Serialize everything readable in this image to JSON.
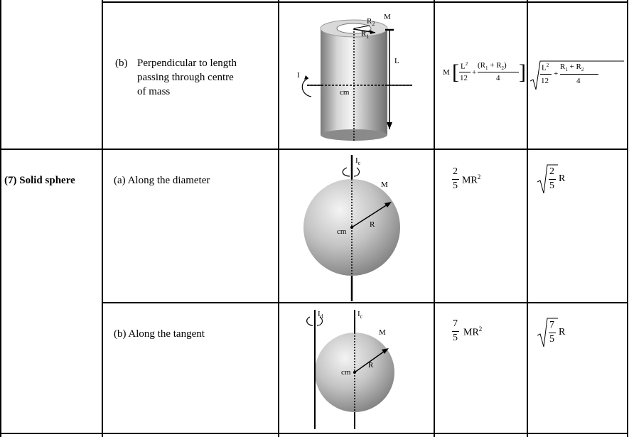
{
  "rows": [
    {
      "body": "",
      "axis_line1": "(b)",
      "axis_line2": "Perpendicular to length",
      "axis_line3": "passing through centre",
      "axis_line4": "of mass",
      "fig_labels": {
        "r2": "R",
        "r2sub": "2",
        "r1": "R",
        "r1sub": "1",
        "m": "M",
        "l": "L",
        "i": "I",
        "cm": "cm"
      },
      "moi": {
        "m": "M",
        "a_num": "L",
        "a_exp": "2",
        "a_den": "12",
        "plus": "+",
        "b_num": "(R",
        "b1": "1",
        "b_mid": " + R",
        "b2": "2",
        "b_close": ")",
        "b_den": "4"
      },
      "rog": {
        "a_num": "L",
        "a_exp": "2",
        "a_den": "12",
        "plus": "+",
        "b_num": "R",
        "b1": "1",
        "b_mid": " + R",
        "b2": "2",
        "b_den": "4"
      }
    },
    {
      "body": "(7) Solid sphere",
      "axis": "(a) Along the diameter",
      "fig_labels": {
        "ic": "I",
        "icsub": "c",
        "m": "M",
        "r": "R",
        "cm": "cm"
      },
      "moi": {
        "num": "2",
        "den": "5",
        "rest": "MR",
        "exp": "2"
      },
      "rog": {
        "num": "2",
        "den": "5",
        "rest": "R"
      }
    },
    {
      "axis": "(b) Along the tangent",
      "fig_labels": {
        "id": "I",
        "idsub": "d",
        "ic": "I",
        "icsub": "c",
        "m": "M",
        "r": "R",
        "cm": "cm"
      },
      "moi": {
        "num": "7",
        "den": "5",
        "rest": "MR",
        "exp": "2"
      },
      "rog": {
        "num": "7",
        "den": "5",
        "rest": "R"
      }
    }
  ]
}
